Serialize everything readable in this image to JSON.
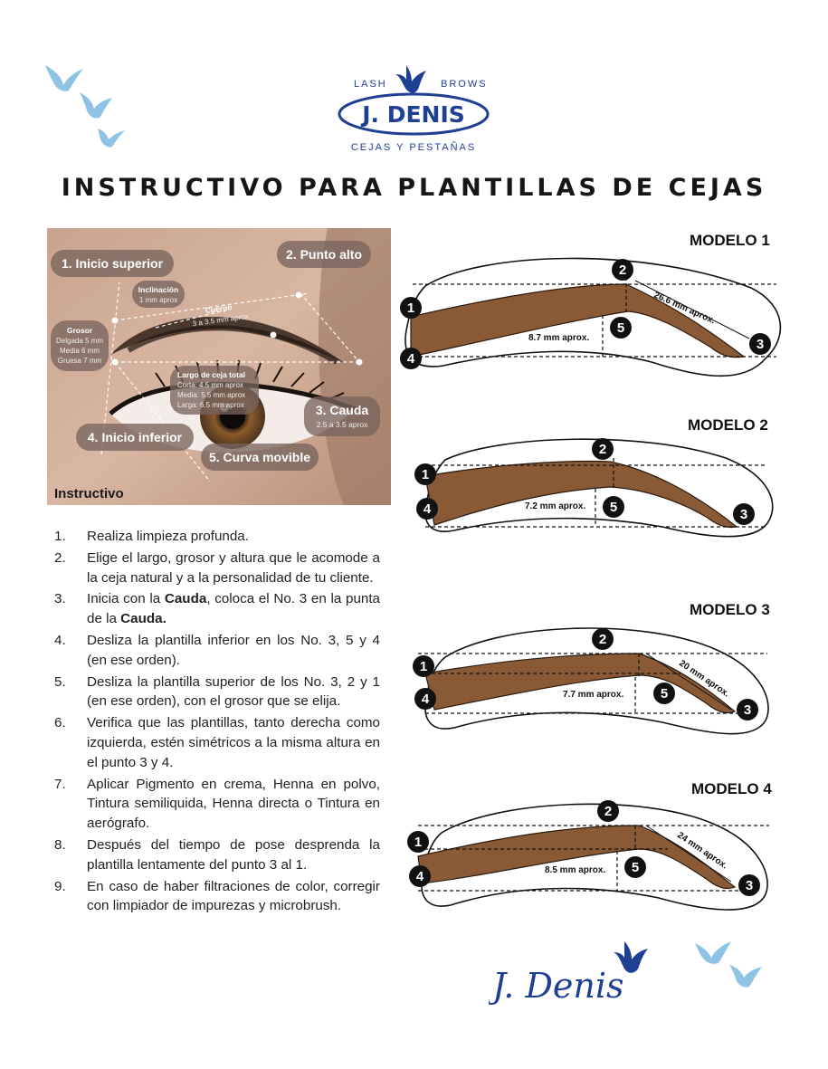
{
  "brand": {
    "top_left": "LASH",
    "top_right": "BROWS",
    "name": "J. DENIS",
    "tagline": "CEJAS Y PESTAÑAS",
    "signature": "J. Denis",
    "color": "#1f3f95",
    "bird_color": "#8ec3e6"
  },
  "title": "INSTRUCTIVO PARA PLANTILLAS DE CEJAS",
  "photo": {
    "caption": "Instructivo",
    "labels": {
      "inicio_superior": "1. Inicio superior",
      "punto_alto": "2. Punto alto",
      "cauda": "3. Cauda",
      "cauda_sub": "2.5 a 3.5 aprox",
      "inicio_inferior": "4. Inicio inferior",
      "curva_movible": "5. Curva movible",
      "inclinacion": "Inclinación",
      "inclinacion_sub": "1 mm aprox",
      "cuerpo": "Cuerpo",
      "cuerpo_sub": "3 a 3.5 mm aprox",
      "grosor": "Grosor",
      "grosor_1": "Delgada 5 mm",
      "grosor_2": "Media 6 mm",
      "grosor_3": "Gruesa 7 mm",
      "largo": "Largo de ceja total",
      "largo_1": "Corta: 4.5 mm aprox",
      "largo_2": "Media: 5.5 mm aprox",
      "largo_3": "Larga: 6.5 mm aprox"
    }
  },
  "steps": [
    {
      "num": "1.",
      "parts": [
        {
          "t": "Realiza limpieza profunda."
        }
      ]
    },
    {
      "num": "2.",
      "parts": [
        {
          "t": "Elige el largo, grosor y altura que le acomode a la ceja natural y a la personalidad de tu cliente."
        }
      ]
    },
    {
      "num": "3.",
      "parts": [
        {
          "t": "Inicia con la "
        },
        {
          "t": "Cauda",
          "b": true
        },
        {
          "t": ", coloca el No. 3 en la punta de la "
        },
        {
          "t": "Cauda.",
          "b": true
        }
      ]
    },
    {
      "num": "4.",
      "parts": [
        {
          "t": "Desliza la plantilla inferior en los No. 3, 5 y 4 (en ese orden)."
        }
      ]
    },
    {
      "num": "5.",
      "parts": [
        {
          "t": "Desliza la plantilla superior de los No. 3, 2 y 1 (en ese orden), con el grosor que se elija."
        }
      ]
    },
    {
      "num": "6.",
      "parts": [
        {
          "t": "Verifica que las plantillas, tanto derecha como izquierda, estén simétricos a la misma altura en el punto 3 y 4."
        }
      ]
    },
    {
      "num": "7.",
      "parts": [
        {
          "t": "Aplicar Pigmento en crema, Henna en polvo, Tintura semiliquida, Henna directa o Tintura en aerógrafo."
        }
      ]
    },
    {
      "num": "8.",
      "parts": [
        {
          "t": "Después del tiempo de pose desprenda la plantilla lentamente del punto 3 al 1."
        }
      ]
    },
    {
      "num": "9.",
      "parts": [
        {
          "t": "En caso de haber filtraciones de color, corregir con limpiador de impurezas y microbrush."
        }
      ]
    }
  ],
  "models": [
    {
      "label": "MODELO  1",
      "width_text": "8.7 mm aprox.",
      "length_text": "26.6 mm aprox."
    },
    {
      "label": "MODELO  2",
      "width_text": "7.2 mm aprox.",
      "length_text": ""
    },
    {
      "label": "MODELO  3",
      "width_text": "7.7 mm aprox.",
      "length_text": "20 mm aprox."
    },
    {
      "label": "MODELO 4",
      "width_text": "8.5 mm aprox.",
      "length_text": "24 mm aprox."
    }
  ],
  "point_numbers": [
    "1",
    "2",
    "3",
    "4",
    "5"
  ],
  "colors": {
    "brow": "#8a5a36",
    "brow_outline": "#2a1a0e",
    "circle": "#111111",
    "photo_tag": "rgba(120,100,92,0.78)"
  },
  "icons": [
    "dove-icon",
    "dove-icon",
    "dove-icon",
    "dove-icon",
    "dove-icon"
  ]
}
